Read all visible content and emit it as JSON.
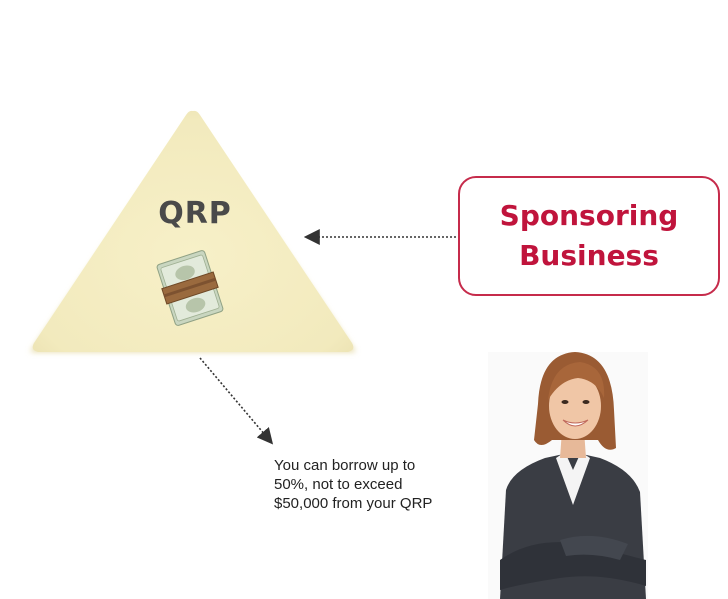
{
  "triangle": {
    "label": "QRP"
  },
  "sponsor": {
    "line1": "Sponsoring",
    "line2": "Business"
  },
  "note": {
    "line1": "You can borrow up to",
    "line2": "50%, not to exceed",
    "line3": "$50,000 from your QRP"
  },
  "colors": {
    "triangle_fill": "#f6efc2",
    "accent": "#c0143c",
    "box_border": "#c62b4b",
    "arrow": "#333333"
  },
  "icons": {
    "money": "cash-bundle-icon",
    "person": "businesswoman-photo"
  }
}
